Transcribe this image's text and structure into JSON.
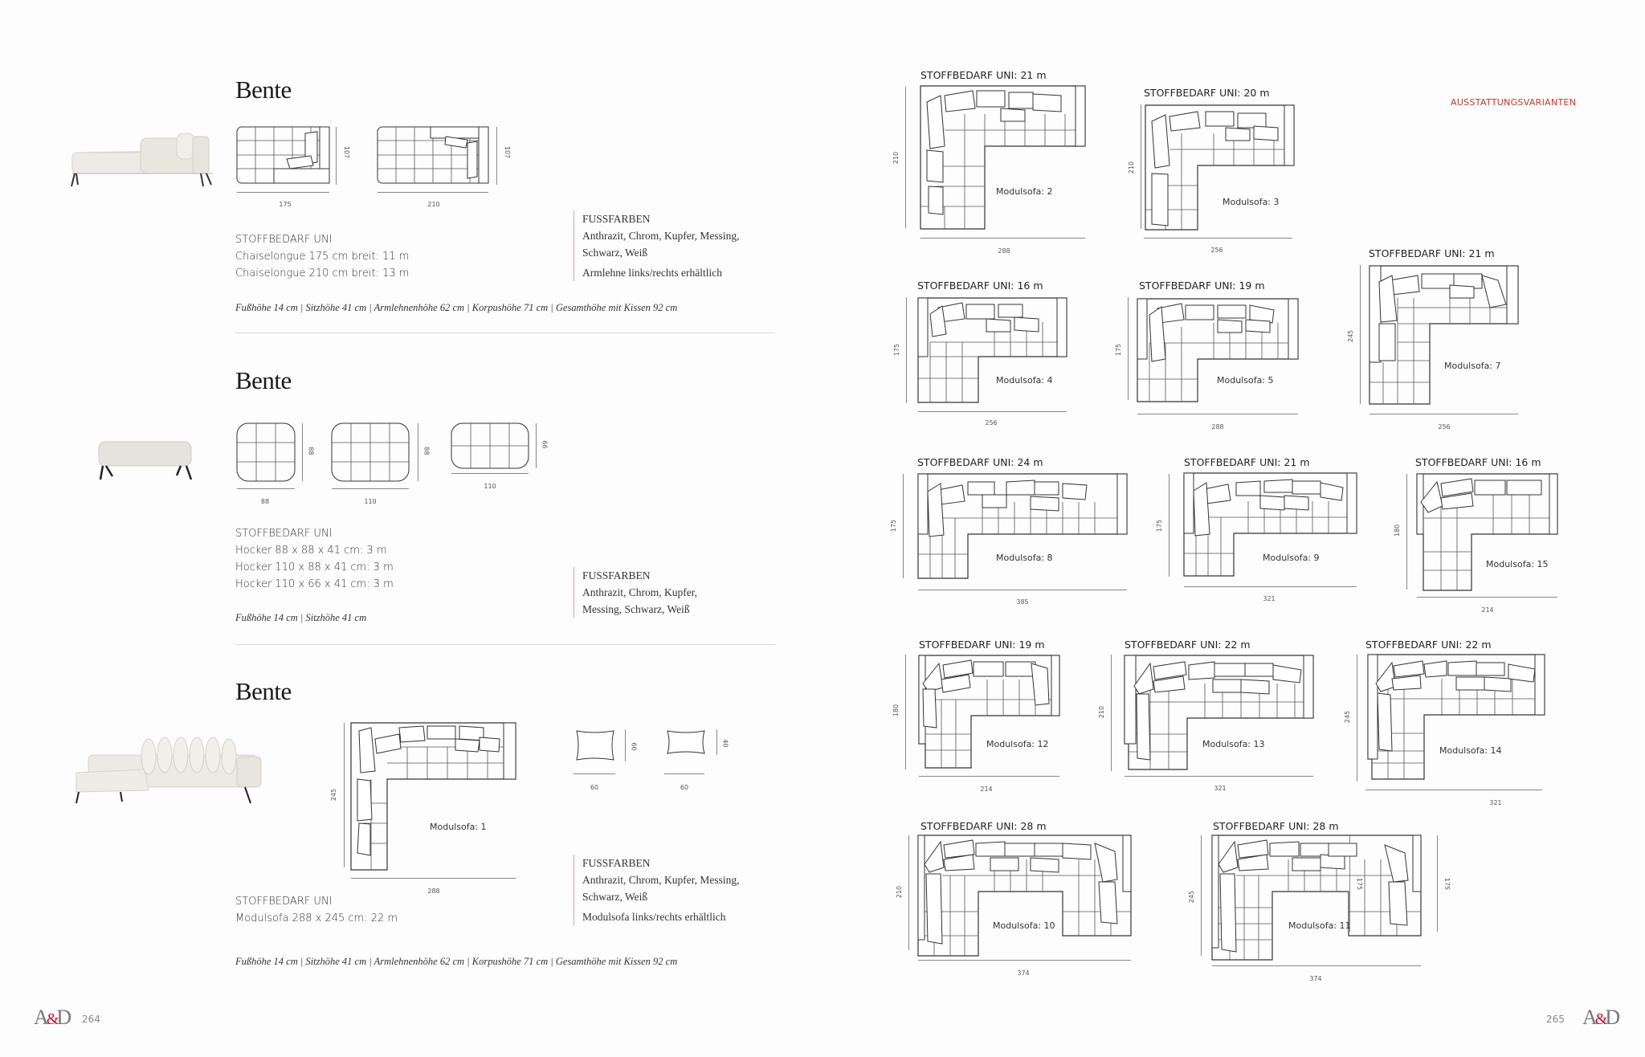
{
  "left_page": {
    "sections": [
      {
        "title": "Bente",
        "dims": [
          "175",
          "210"
        ],
        "dims_vertical": [
          "107",
          "107"
        ],
        "fabric_heading": "STOFFBEDARF UNI",
        "fabric_lines": [
          "Chaiselongue 175 cm breit: 11 m",
          "Chaiselongue 210 cm breit: 13 m"
        ],
        "feet_heading": "FUSSFARBEN",
        "feet_lines": [
          "Anthrazit, Chrom, Kupfer, Messing,",
          "Schwarz, Weiß"
        ],
        "feet_note": "Armlehne links/rechts erhältlich",
        "measures": "Fußhöhe 14 cm | Sitzhöhe 41 cm | Armlehnenhöhe 62 cm | Korpushöhe 71 cm | Gesamthöhe mit Kissen 92 cm"
      },
      {
        "title": "Bente",
        "dims": [
          "88",
          "110",
          "110"
        ],
        "dims_vertical": [
          "88",
          "88",
          "66"
        ],
        "fabric_heading": "STOFFBEDARF UNI",
        "fabric_lines": [
          "Hocker 88 x 88 x 41 cm: 3 m",
          "Hocker 110 x 88 x 41 cm: 3 m",
          "Hocker 110 x 66 x 41 cm: 3 m"
        ],
        "feet_heading": "FUSSFARBEN",
        "feet_lines": [
          "Anthrazit, Chrom, Kupfer,",
          "Messing, Schwarz, Weiß"
        ],
        "measures": "Fußhöhe 14 cm | Sitzhöhe 41 cm"
      },
      {
        "title": "Bente",
        "sofa_width": "288",
        "sofa_depth": "245",
        "sofa_label": "Modulsofa: 1",
        "cushions": [
          {
            "w": "60",
            "h": "60"
          },
          {
            "w": "60",
            "h": "40"
          }
        ],
        "fabric_heading": "STOFFBEDARF UNI",
        "fabric_lines": [
          "Modulsofa 288 x 245 cm: 22 m"
        ],
        "feet_heading": "FUSSFARBEN",
        "feet_lines": [
          "Anthrazit, Chrom, Kupfer, Messing,",
          "Schwarz, Weiß"
        ],
        "feet_note": "Modulsofa links/rechts erhältlich",
        "measures": "Fußhöhe 14 cm | Sitzhöhe 41 cm | Armlehnenhöhe 62 cm | Korpushöhe 71 cm | Gesamthöhe mit Kissen 92 cm"
      }
    ],
    "page_number": "264",
    "logo": {
      "a": "A",
      "amp": "&",
      "d": "D"
    }
  },
  "right_page": {
    "section_label": "AUSSTATTUNGSVARIANTEN",
    "page_number": "265",
    "logo": {
      "a": "A",
      "amp": "&",
      "d": "D"
    },
    "variants": [
      {
        "stoff": "STOFFBEDARF UNI: 21 m",
        "label": "Modulsofa: 2",
        "width": "288",
        "depth": "210"
      },
      {
        "stoff": "STOFFBEDARF UNI: 20 m",
        "label": "Modulsofa: 3",
        "width": "256",
        "depth": "210"
      },
      {
        "stoff": "STOFFBEDARF UNI: 16 m",
        "label": "Modulsofa: 4",
        "width": "256",
        "depth": "175"
      },
      {
        "stoff": "STOFFBEDARF UNI: 19 m",
        "label": "Modulsofa: 5",
        "width": "288",
        "depth": "175"
      },
      {
        "stoff": "STOFFBEDARF UNI: 21 m",
        "label": "Modulsofa: 7",
        "width": "256",
        "depth": "245"
      },
      {
        "stoff": "STOFFBEDARF UNI: 24 m",
        "label": "Modulsofa: 8",
        "width": "385",
        "depth": "175"
      },
      {
        "stoff": "STOFFBEDARF UNI: 21 m",
        "label": "Modulsofa: 9",
        "width": "321",
        "depth": "175"
      },
      {
        "stoff": "STOFFBEDARF UNI: 16 m",
        "label": "Modulsofa: 15",
        "width": "214",
        "depth": "180"
      },
      {
        "stoff": "STOFFBEDARF UNI: 19 m",
        "label": "Modulsofa: 12",
        "width": "214",
        "depth": "180"
      },
      {
        "stoff": "STOFFBEDARF UNI: 22 m",
        "label": "Modulsofa: 13",
        "width": "321",
        "depth": "210"
      },
      {
        "stoff": "STOFFBEDARF UNI: 22 m",
        "label": "Modulsofa: 14",
        "width": "321",
        "depth": "245"
      },
      {
        "stoff": "STOFFBEDARF UNI: 28 m",
        "label": "Modulsofa: 10",
        "width": "374",
        "depth": "210",
        "depth_right": "175"
      },
      {
        "stoff": "STOFFBEDARF UNI: 28 m",
        "label": "Modulsofa: 11",
        "width": "374",
        "depth": "245",
        "depth_right": "175"
      }
    ]
  },
  "colors": {
    "accent": "#c0392b",
    "rule": "#d9a49a",
    "logo_amp": "#c8102e"
  }
}
